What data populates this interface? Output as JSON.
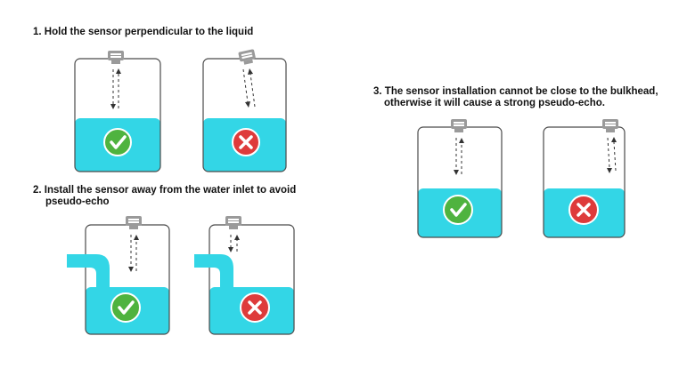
{
  "colors": {
    "liquid": "#33d6e6",
    "tank_outline": "#4a4a4a",
    "correct": "#4fb33f",
    "wrong": "#de3b3b",
    "sensor": "#9a9a9a",
    "background": "#ffffff"
  },
  "instructions": [
    {
      "step": "1.",
      "text": "Hold the sensor perpendicular to the liquid",
      "panels": [
        {
          "status": "correct",
          "icon": "check-icon"
        },
        {
          "status": "wrong",
          "icon": "cross-icon"
        }
      ]
    },
    {
      "step": "2.",
      "text": "Install the sensor away from the water inlet to avoid",
      "text_line2": "pseudo-echo",
      "panels": [
        {
          "status": "correct",
          "icon": "check-icon"
        },
        {
          "status": "wrong",
          "icon": "cross-icon"
        }
      ]
    },
    {
      "step": "3.",
      "text": "The sensor installation cannot be close to the bulkhead,",
      "text_line2": "otherwise it will cause a strong pseudo-echo.",
      "panels": [
        {
          "status": "correct",
          "icon": "check-icon"
        },
        {
          "status": "wrong",
          "icon": "cross-icon"
        }
      ]
    }
  ]
}
